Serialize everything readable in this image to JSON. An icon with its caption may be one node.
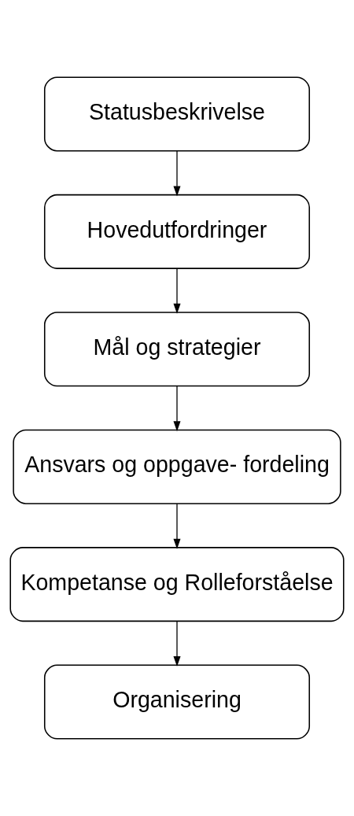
{
  "diagram": {
    "nodes": [
      {
        "text": [
          "Statusbeskrivelse"
        ]
      },
      {
        "text": [
          "Hovedutfordringer"
        ]
      },
      {
        "text": [
          "Mål og strategier"
        ]
      },
      {
        "text": [
          "Ansvars og oppgave- fordeling"
        ]
      },
      {
        "text": [
          "Kompetanse og Rolleforståelse"
        ]
      },
      {
        "text": [
          "Organisering"
        ]
      }
    ],
    "edges": [
      {
        "from": 0,
        "to": 1,
        "arrow": "to"
      },
      {
        "from": 1,
        "to": 2,
        "arrow": "to"
      },
      {
        "from": 2,
        "to": 3,
        "arrow": "to"
      },
      {
        "from": 3,
        "to": 4,
        "arrow": "to"
      },
      {
        "from": 4,
        "to": 5,
        "arrow": "to"
      }
    ]
  }
}
